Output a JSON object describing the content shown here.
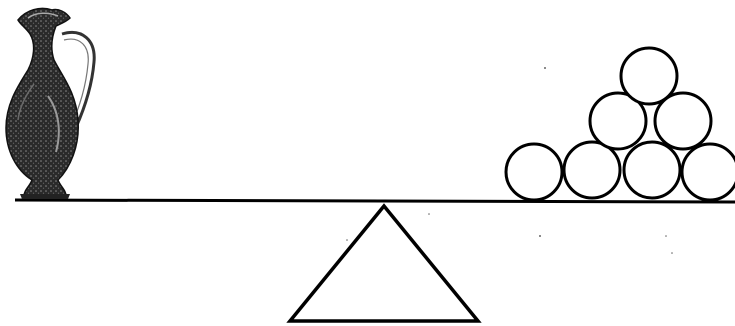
{
  "scene": {
    "left_object": "jug-icon",
    "right_objects": "ball-icon",
    "ball_count": 7,
    "ball_rows": [
      4,
      2,
      1
    ],
    "fulcrum": "triangle",
    "balance_state": "level"
  },
  "colors": {
    "background": "#ffffff",
    "ink": "#000000",
    "jug_dark": "#1c1c1c",
    "jug_mid": "#555555",
    "jug_light": "#9a9a9a"
  }
}
